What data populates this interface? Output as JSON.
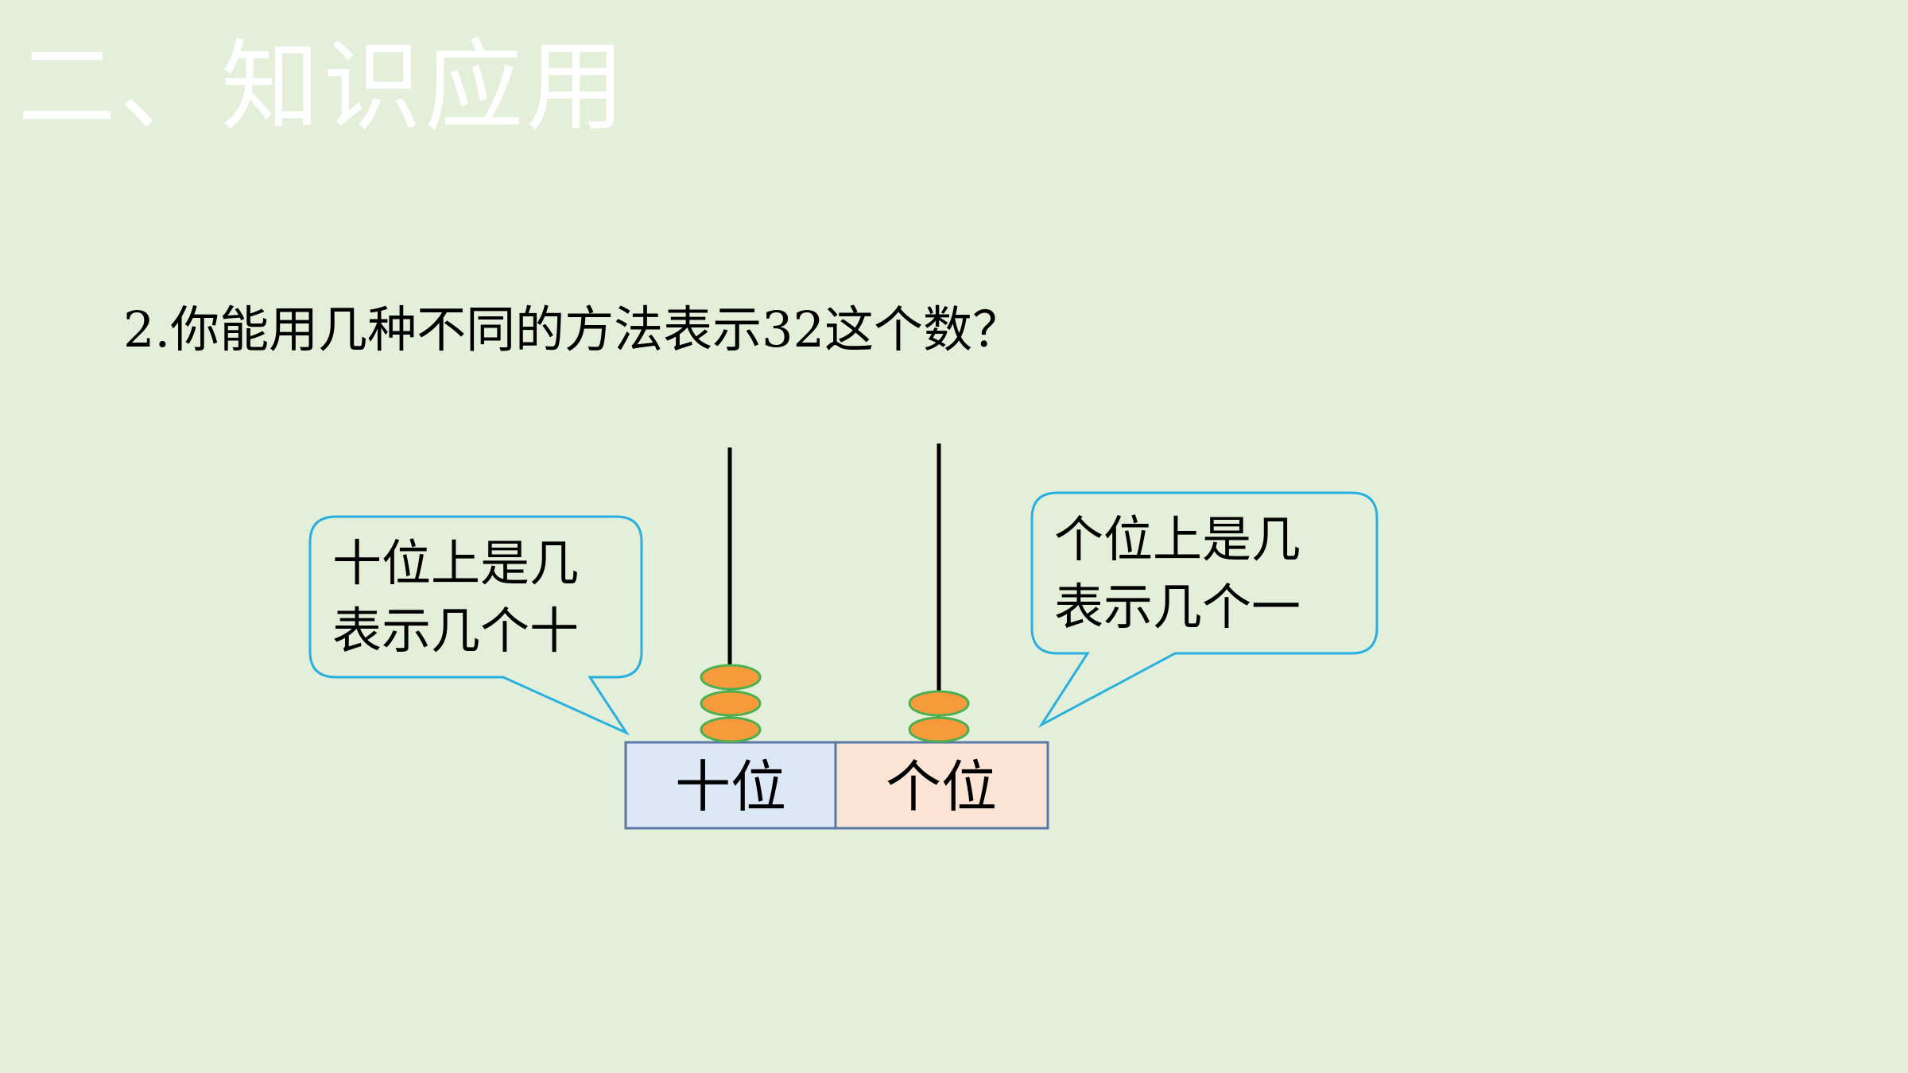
{
  "slide": {
    "title": "二、知识应用",
    "question": "2.你能用几种不同的方法表示32这个数？"
  },
  "abacus": {
    "places": [
      {
        "label": "十位",
        "beads": 3
      },
      {
        "label": "个位",
        "beads": 2
      }
    ],
    "colors": {
      "tens_fill": "#dce8f6",
      "ones_fill": "#fbe4d6",
      "frame_stroke": "#5a79a8",
      "bead_fill": "#f79a3c",
      "bead_stroke": "#4caf50",
      "rod": "#000000",
      "bubble_stroke": "#29b0e0"
    }
  },
  "callouts": {
    "left": {
      "line1": "十位上是几",
      "line2": "表示几个十"
    },
    "right": {
      "line1": "个位上是几",
      "line2": "表示几个一"
    }
  }
}
